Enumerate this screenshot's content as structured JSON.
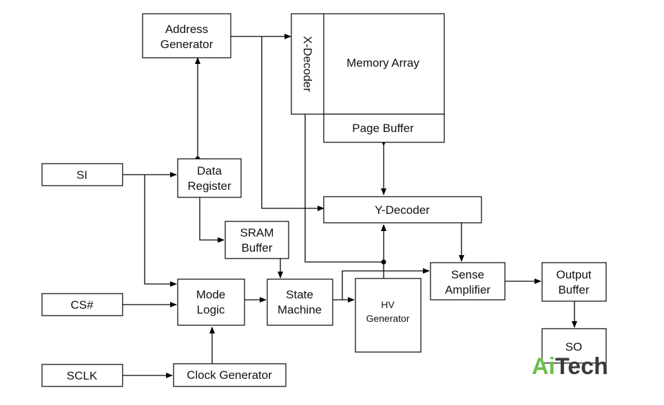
{
  "blocks": {
    "address_generator": [
      "Address",
      "Generator"
    ],
    "x_decoder": "X-Decoder",
    "memory_array": "Memory Array",
    "page_buffer": "Page Buffer",
    "si": "SI",
    "data_register": [
      "Data",
      "Register"
    ],
    "y_decoder": "Y-Decoder",
    "sram_buffer": [
      "SRAM",
      "Buffer"
    ],
    "cs": "CS#",
    "mode_logic": [
      "Mode",
      "Logic"
    ],
    "state_machine": [
      "State",
      "Machine"
    ],
    "hv_generator": [
      "HV",
      "Generator"
    ],
    "sense_amplifier": [
      "Sense",
      "Amplifier"
    ],
    "output_buffer": [
      "Output",
      "Buffer"
    ],
    "so": "SO",
    "sclk": "SCLK",
    "clock_generator": "Clock Generator"
  },
  "watermark": {
    "text": "AiTech",
    "colors": {
      "ai": "#6cc04a",
      "tech": "#3a3a3a"
    }
  }
}
